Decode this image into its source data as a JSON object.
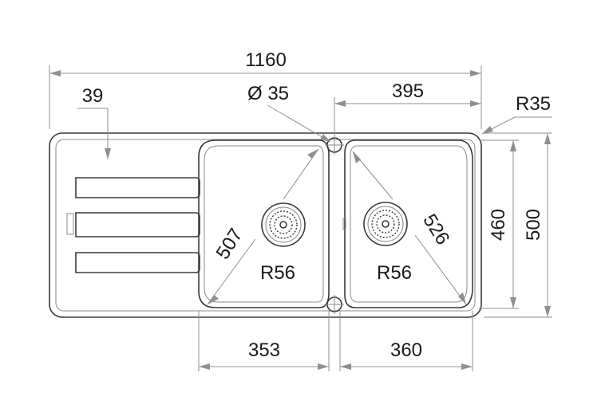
{
  "dimensions": {
    "overall_width": "1160",
    "drainer_edge": "39",
    "tap_hole": "Ø 35",
    "small_bowl_offset": "395",
    "corner_radius": "R35",
    "bowl_depth": "460",
    "overall_depth": "500",
    "large_bowl_diagonal": "507",
    "small_bowl_diagonal": "526",
    "large_bowl_radius": "R56",
    "small_bowl_radius": "R56",
    "large_bowl_width": "353",
    "small_bowl_width": "360"
  },
  "colors": {
    "outline": "#3a3a3a",
    "dimension_line": "#8f8f8f",
    "text": "#1a1a1a"
  }
}
